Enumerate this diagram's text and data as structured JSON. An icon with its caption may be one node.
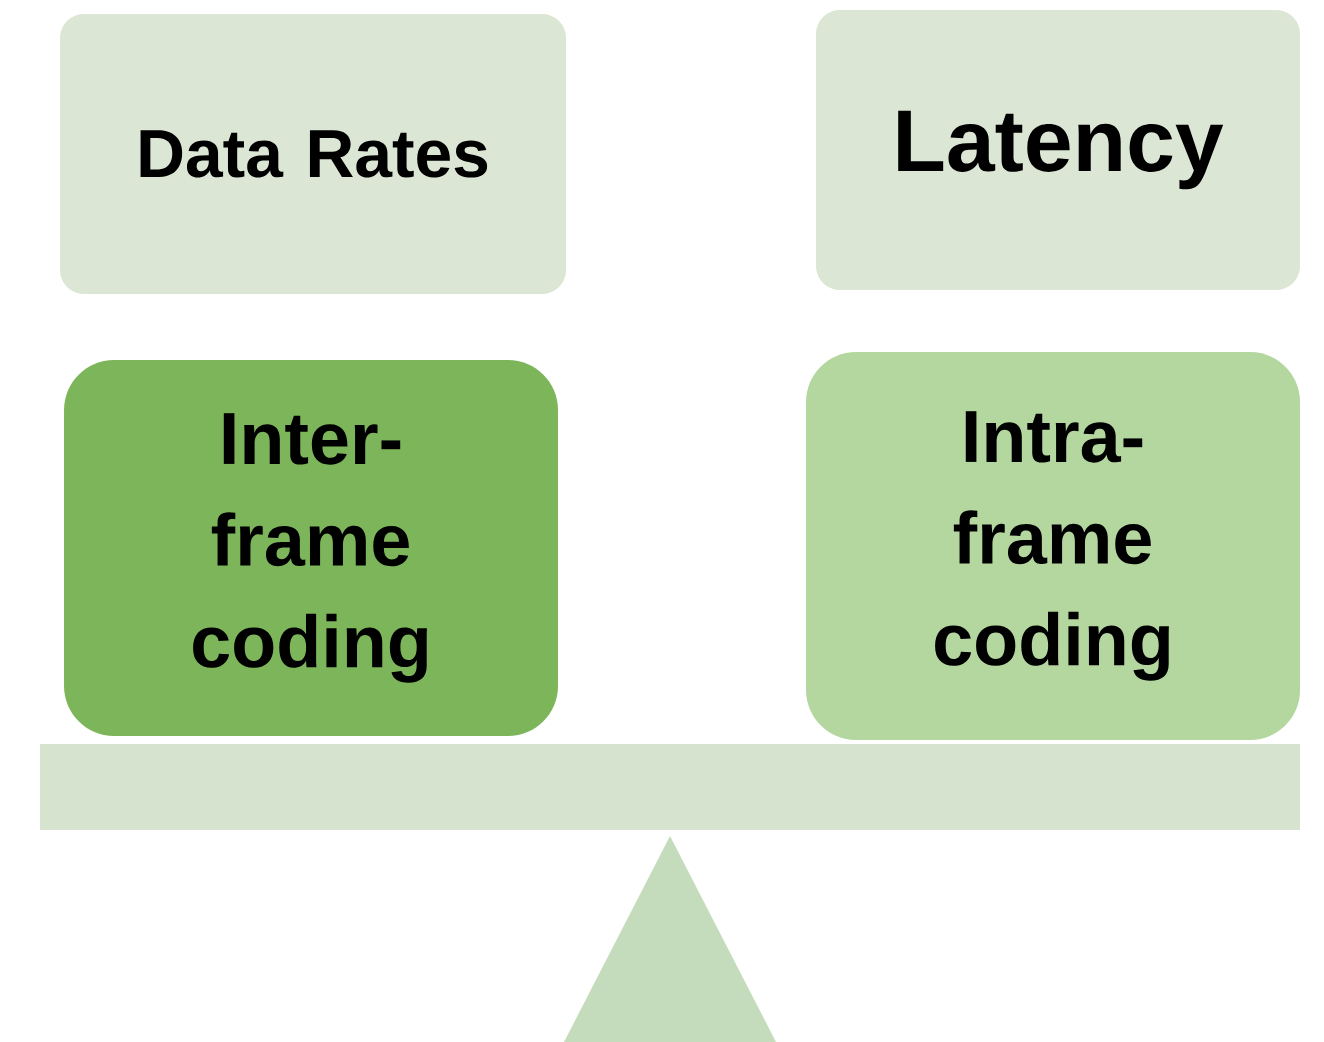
{
  "diagram": {
    "nodes": [
      {
        "text": [
          "Data Rates"
        ]
      },
      {
        "text": [
          "Latency"
        ]
      },
      {
        "text": [
          "Inter- frame coding"
        ]
      },
      {
        "text": [
          "Intra- frame coding"
        ]
      }
    ]
  }
}
